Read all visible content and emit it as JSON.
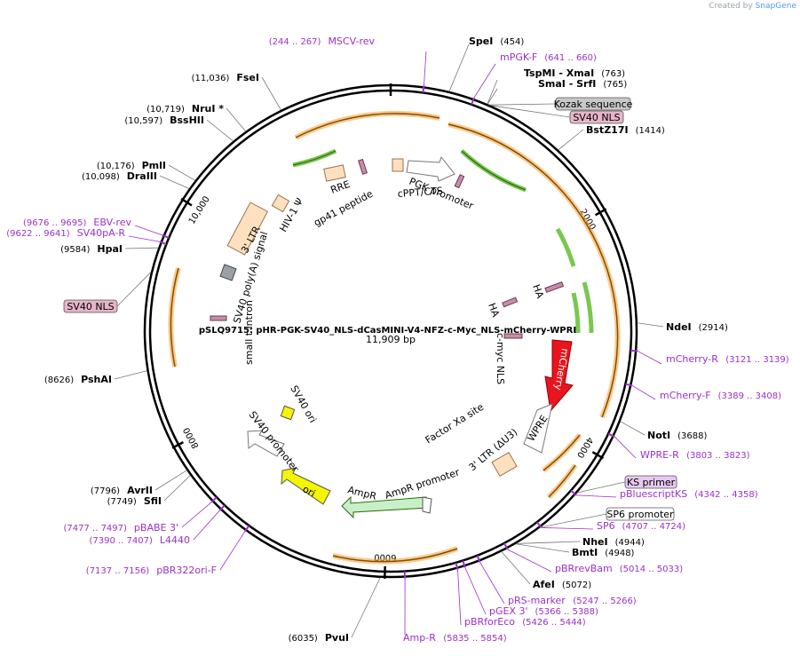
{
  "credit": {
    "prefix": "Created by",
    "brand": "SnapGene"
  },
  "plasmid": {
    "name": "pSLQ9715: pHR-PGK-SV40_NLS-dCasMINI-V4-NFZ-c-Myc_NLS-mCherry-WPRE",
    "size": "11,909 bp",
    "total_bp": 11909
  },
  "ticks": [
    {
      "bp": 2000,
      "label": "2000"
    },
    {
      "bp": 4000,
      "label": "4000"
    },
    {
      "bp": 6000,
      "label": "6000"
    },
    {
      "bp": 8000,
      "label": "8000"
    },
    {
      "bp": 10000,
      "label": "10,000"
    }
  ],
  "sites": [
    {
      "id": "spei",
      "name": "SpeI",
      "pos": "(454)",
      "bp": 454
    },
    {
      "id": "tspmi",
      "name": "TspMI  - XmaI",
      "pos": "(763)",
      "bp": 763
    },
    {
      "id": "smai",
      "name": "SmaI  - SrfI",
      "pos": "(765)",
      "bp": 765
    },
    {
      "id": "bstz17i",
      "name": "BstZ17I",
      "pos": "(1414)",
      "bp": 1414
    },
    {
      "id": "ndei",
      "name": "NdeI",
      "pos": "(2914)",
      "bp": 2914
    },
    {
      "id": "noti",
      "name": "NotI",
      "pos": "(3688)",
      "bp": 3688
    },
    {
      "id": "nhei",
      "name": "NheI",
      "pos": "(4944)",
      "bp": 4944
    },
    {
      "id": "bmti",
      "name": "BmtI",
      "pos": "(4948)",
      "bp": 4948
    },
    {
      "id": "afei",
      "name": "AfeI",
      "pos": "(5072)",
      "bp": 5072
    },
    {
      "id": "pvui",
      "name": "PvuI",
      "pos": "(6035)",
      "bp": 6035
    },
    {
      "id": "sfii",
      "name": "SfiI",
      "pos": "(7749)",
      "bp": 7749
    },
    {
      "id": "avrii",
      "name": "AvrII",
      "pos": "(7796)",
      "bp": 7796
    },
    {
      "id": "pshai",
      "name": "PshAI",
      "pos": "(8626)",
      "bp": 8626
    },
    {
      "id": "hpai",
      "name": "HpaI",
      "pos": "(9584)",
      "bp": 9584
    },
    {
      "id": "draiii",
      "name": "DraIII",
      "pos": "(10,098)",
      "bp": 10098
    },
    {
      "id": "pmli",
      "name": "PmlI",
      "pos": "(10,176)",
      "bp": 10176
    },
    {
      "id": "bsshii",
      "name": "BssHII",
      "pos": "(10,597)",
      "bp": 10597
    },
    {
      "id": "nrui",
      "name": "NruI *",
      "pos": "(10,719)",
      "bp": 10719
    },
    {
      "id": "fsei",
      "name": "FseI",
      "pos": "(11,036)",
      "bp": 11036
    }
  ],
  "primers": [
    {
      "id": "mscv-rev",
      "name": "MSCV-rev",
      "pos": "(244 .. 267)",
      "bp": 255
    },
    {
      "id": "mpgk-f",
      "name": "mPGK-F",
      "pos": "(641 .. 660)",
      "bp": 650
    },
    {
      "id": "mcherry-r",
      "name": "mCherry-R",
      "pos": "(3121 .. 3139)",
      "bp": 3130
    },
    {
      "id": "mcherry-f",
      "name": "mCherry-F",
      "pos": "(3389 .. 3408)",
      "bp": 3398
    },
    {
      "id": "wpre-r",
      "name": "WPRE-R",
      "pos": "(3803 .. 3823)",
      "bp": 3813
    },
    {
      "id": "pbluescriptks",
      "name": "pBluescriptKS",
      "pos": "(4342 .. 4358)",
      "bp": 4350
    },
    {
      "id": "sp6",
      "name": "SP6",
      "pos": "(4707 .. 4724)",
      "bp": 4715
    },
    {
      "id": "pbrrevbam",
      "name": "pBRrevBam",
      "pos": "(5014 .. 5033)",
      "bp": 5023
    },
    {
      "id": "prs-marker",
      "name": "pRS-marker",
      "pos": "(5247 .. 5266)",
      "bp": 5256
    },
    {
      "id": "pgex3",
      "name": "pGEX 3'",
      "pos": "(5366 .. 5388)",
      "bp": 5377
    },
    {
      "id": "pbrforeco",
      "name": "pBRforEco",
      "pos": "(5426 .. 5444)",
      "bp": 5435
    },
    {
      "id": "amp-r",
      "name": "Amp-R",
      "pos": "(5835 .. 5854)",
      "bp": 5845
    },
    {
      "id": "pbr322ori-f",
      "name": "pBR322ori-F",
      "pos": "(7137 .. 7156)",
      "bp": 7147
    },
    {
      "id": "l4440",
      "name": "L4440",
      "pos": "(7390 .. 7407)",
      "bp": 7398
    },
    {
      "id": "pbabe3",
      "name": "pBABE 3'",
      "pos": "(7477 .. 7497)",
      "bp": 7487
    },
    {
      "id": "sv40pa-r",
      "name": "SV40pA-R",
      "pos": "(9622 .. 9641)",
      "bp": 9632
    },
    {
      "id": "ebv-rev",
      "name": "EBV-rev",
      "pos": "(9676 .. 9695)",
      "bp": 9686
    }
  ],
  "boxed_labels": [
    {
      "id": "kozak",
      "name": "Kozak sequence",
      "fill": "#c8c8c8"
    },
    {
      "id": "sv40nls-top",
      "name": "SV40 NLS",
      "fill": "#e6b4c8"
    },
    {
      "id": "ks-primer",
      "name": "KS primer",
      "fill": "#e6c8f0"
    },
    {
      "id": "sp6-promoter",
      "name": "SP6 promoter",
      "fill": "#ffffff"
    },
    {
      "id": "sv40nls-left",
      "name": "SV40 NLS",
      "fill": "#e6b4c8"
    }
  ],
  "features": {
    "hiv_psi": "HIV-1 Ψ",
    "ltr3": "3' LTR",
    "rre": "RRE",
    "gp41": "gp41 peptide",
    "cppt": "cPPT/CTS",
    "pgk": "PGK promoter",
    "sv40pa": "SV40 poly(A) signal",
    "small_t": "small t intron",
    "ha1": "HA",
    "ha2": "HA",
    "cmyc": "c-myc NLS",
    "mcherry": "mCherry",
    "factor_xa": "Factor Xa site",
    "wpre": "WPRE",
    "ltr3_du3": "3' LTR (ΔU3)",
    "ampr_promoter": "AmpR promoter",
    "ampr": "AmpR",
    "ori": "ori",
    "sv40_promoter": "SV40 promoter",
    "sv40_ori": "SV40 ori"
  },
  "colors": {
    "backbone": "#000000",
    "cds_orange": "#f0a030",
    "cds_orange_dark": "#8a4a00",
    "green_arrow": "#78c850",
    "green_dark": "#2e6b10",
    "mcherry": "#e8141e",
    "ori": "#f5f500",
    "ampr": "#c8f0c8",
    "ltr": "#fde0c0",
    "primer": "#9b30c8",
    "nls": "#c88caa"
  }
}
